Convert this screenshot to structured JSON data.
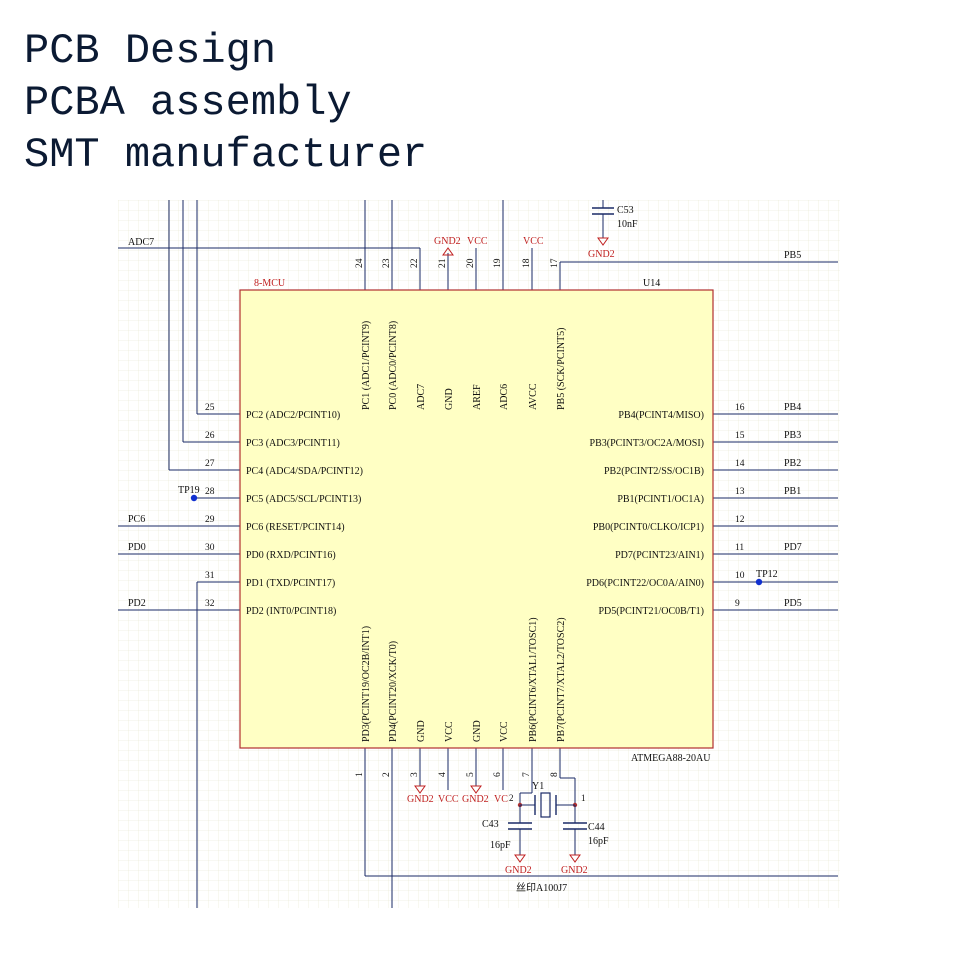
{
  "headline": {
    "line1": "PCB Design",
    "line2": "PCBA assembly",
    "line3": "SMT manufacturer"
  },
  "colors": {
    "chip_fill": "#ffffc4",
    "chip_border": "#b03030",
    "wire": "#1a2a66",
    "power": "#c02020",
    "pin_text": "#111111",
    "grid": "#dcdcc0",
    "testpoint": "#1030d0"
  },
  "component": {
    "group_label": "8-MCU",
    "ref": "U14",
    "part": "ATMEGA88-20AU"
  },
  "pins": {
    "left": [
      {
        "num": "25",
        "name": "PC2 (ADC2/PCINT10)",
        "net": ""
      },
      {
        "num": "26",
        "name": "PC3 (ADC3/PCINT11)",
        "net": ""
      },
      {
        "num": "27",
        "name": "PC4 (ADC4/SDA/PCINT12)",
        "net": ""
      },
      {
        "num": "28",
        "name": "PC5 (ADC5/SCL/PCINT13)",
        "net": ""
      },
      {
        "num": "29",
        "name": "PC6 (RESET/PCINT14)",
        "net": "PC6"
      },
      {
        "num": "30",
        "name": "PD0 (RXD/PCINT16)",
        "net": "PD0"
      },
      {
        "num": "31",
        "name": "PD1 (TXD/PCINT17)",
        "net": ""
      },
      {
        "num": "32",
        "name": "PD2 (INT0/PCINT18)",
        "net": "PD2"
      }
    ],
    "right": [
      {
        "num": "16",
        "name": "PB4(PCINT4/MISO)",
        "net": "PB4"
      },
      {
        "num": "15",
        "name": "PB3(PCINT3/OC2A/MOSI)",
        "net": "PB3"
      },
      {
        "num": "14",
        "name": "PB2(PCINT2/SS/OC1B)",
        "net": "PB2"
      },
      {
        "num": "13",
        "name": "PB1(PCINT1/OC1A)",
        "net": "PB1"
      },
      {
        "num": "12",
        "name": "PB0(PCINT0/CLKO/ICP1)",
        "net": ""
      },
      {
        "num": "11",
        "name": "PD7(PCINT23/AIN1)",
        "net": "PD7"
      },
      {
        "num": "10",
        "name": "PD6(PCINT22/OC0A/AIN0)",
        "net": ""
      },
      {
        "num": "9",
        "name": "PD5(PCINT21/OC0B/T1)",
        "net": "PD5"
      }
    ],
    "top": [
      {
        "num": "24",
        "name": "PC1 (ADC1/PCINT9)"
      },
      {
        "num": "23",
        "name": "PC0 (ADC0/PCINT8)"
      },
      {
        "num": "22",
        "name": "ADC7"
      },
      {
        "num": "21",
        "name": "GND"
      },
      {
        "num": "20",
        "name": "AREF"
      },
      {
        "num": "19",
        "name": "ADC6"
      },
      {
        "num": "18",
        "name": "AVCC"
      },
      {
        "num": "17",
        "name": "PB5 (SCK/PCINT5)"
      }
    ],
    "bottom": [
      {
        "num": "1",
        "name": "PD3(PCINT19/OC2B/INT1)"
      },
      {
        "num": "2",
        "name": "PD4(PCINT20/XCK/T0)"
      },
      {
        "num": "3",
        "name": "GND"
      },
      {
        "num": "4",
        "name": "VCC"
      },
      {
        "num": "5",
        "name": "GND"
      },
      {
        "num": "6",
        "name": "VCC"
      },
      {
        "num": "7",
        "name": "PB6(PCINT6/XTAL1/TOSC1)"
      },
      {
        "num": "8",
        "name": "PB7(PCINT7/XTAL2/TOSC2)"
      }
    ]
  },
  "nets": {
    "adc7": "ADC7",
    "pb5": "PB5"
  },
  "power": {
    "top_gnd": "GND2",
    "top_vcc": "VCC",
    "top_avcc": "VCC",
    "c53_gnd": "GND2",
    "bot_gnd3": "GND2",
    "bot_vcc4": "VCC",
    "bot_gnd5": "GND2",
    "bot_vcc6": "VC",
    "c43_gnd": "GND2",
    "c44_gnd": "GND2"
  },
  "testpoints": {
    "tp19": "TP19",
    "tp12": "TP12"
  },
  "parts": {
    "c53": {
      "ref": "C53",
      "value": "10nF"
    },
    "c43": {
      "ref": "C43",
      "value": "16pF"
    },
    "c44": {
      "ref": "C44",
      "value": "16pF"
    },
    "y1": {
      "ref": "Y1",
      "pin2": "2",
      "pin1": "1"
    }
  },
  "footer_note": "丝印A100J7"
}
